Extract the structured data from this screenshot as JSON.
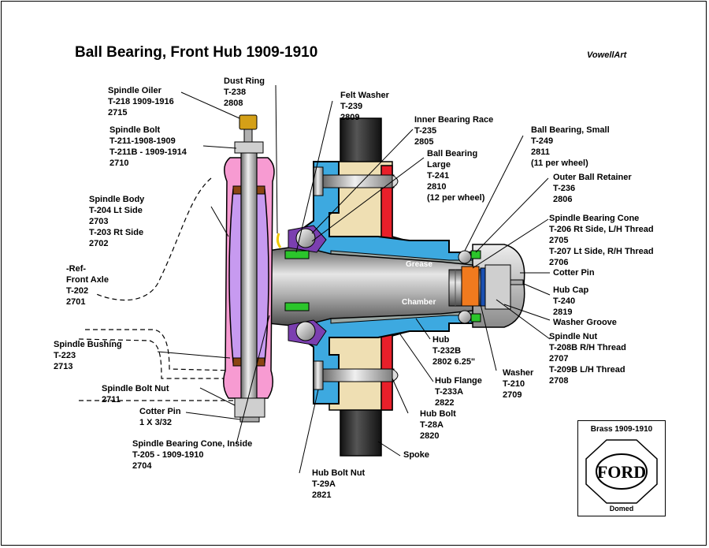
{
  "title": "Ball Bearing, Front Hub 1909-1910",
  "artist": "VowellArt",
  "labels": {
    "spindle_oiler": [
      "Spindle Oiler",
      "T-218 1909-1916",
      "2715"
    ],
    "dust_ring": [
      "Dust Ring",
      "T-238",
      "2808"
    ],
    "felt_washer": [
      "Felt Washer",
      "T-239",
      "2809"
    ],
    "inner_race": [
      "Inner Bearing Race",
      "T-235",
      "2805"
    ],
    "ball_large": [
      "Ball Bearing",
      "Large",
      "T-241",
      "2810",
      "(12 per wheel)"
    ],
    "ball_small": [
      "Ball Bearing, Small",
      "T-249",
      "2811",
      "(11 per wheel)"
    ],
    "outer_retainer": [
      "Outer Ball Retainer",
      "T-236",
      "2806"
    ],
    "bearing_cone": [
      "Spindle Bearing Cone",
      "T-206 Rt Side, L/H Thread",
      "2705",
      "T-207 Lt Side, R/H Thread",
      "2706"
    ],
    "cotter_pin_right": [
      "Cotter Pin"
    ],
    "hub_cap": [
      "Hub Cap",
      "T-240",
      "2819"
    ],
    "washer_groove": [
      "Washer Groove"
    ],
    "spindle_nut": [
      "Spindle Nut",
      "T-208B R/H Thread",
      "2707",
      "T-209B L/H Thread",
      "2708"
    ],
    "washer": [
      "Washer",
      "T-210",
      "2709"
    ],
    "hub": [
      "Hub",
      "T-232B",
      "2802 6.25\""
    ],
    "hub_flange": [
      "Hub Flange",
      "T-233A",
      "2822"
    ],
    "hub_bolt": [
      "Hub Bolt",
      "T-28A",
      "2820"
    ],
    "spoke": [
      "Spoke"
    ],
    "hub_bolt_nut": [
      "Hub Bolt Nut",
      "T-29A",
      "2821"
    ],
    "spindle_bolt": [
      "Spindle Bolt",
      "T-211-1908-1909",
      "T-211B - 1909-1914",
      "2710"
    ],
    "spindle_body": [
      "Spindle Body",
      "T-204 Lt Side",
      "2703",
      "T-203 Rt Side",
      "2702"
    ],
    "front_axle": [
      "-Ref-",
      "Front Axle",
      "T-202",
      "2701"
    ],
    "spindle_bushing": [
      "Spindle Bushing",
      "T-223",
      "2713"
    ],
    "spindle_bolt_nut": [
      "Spindle Bolt Nut"
    ],
    "bolt_nut_number": [
      "2711"
    ],
    "cotter_pin_left": [
      "Cotter Pin",
      "1 X 3/32"
    ],
    "bearing_cone_inside": [
      "Spindle Bearing Cone, Inside",
      "T-205 - 1909-1910",
      "2704"
    ]
  },
  "chamber_text": [
    "Grease",
    "Chamber"
  ],
  "badge": {
    "top": "Brass 1909-1910",
    "logo": "FORD",
    "bottom": "Domed"
  },
  "colors": {
    "hub_blue": "#3da9e0",
    "bushing_pink": "#f79bd2",
    "spindle_purple": "#c79af0",
    "felt_red": "#e8202a",
    "wood": "#efdfb3",
    "spoke_dark": "#2a2a2a",
    "spindle_grey": "#9a9a9a",
    "bronze": "#8b4513",
    "brass": "#d4a017",
    "grease": "#9aa7a4",
    "cone_orange": "#f07a1e",
    "felt_green": "#2bc52b"
  }
}
